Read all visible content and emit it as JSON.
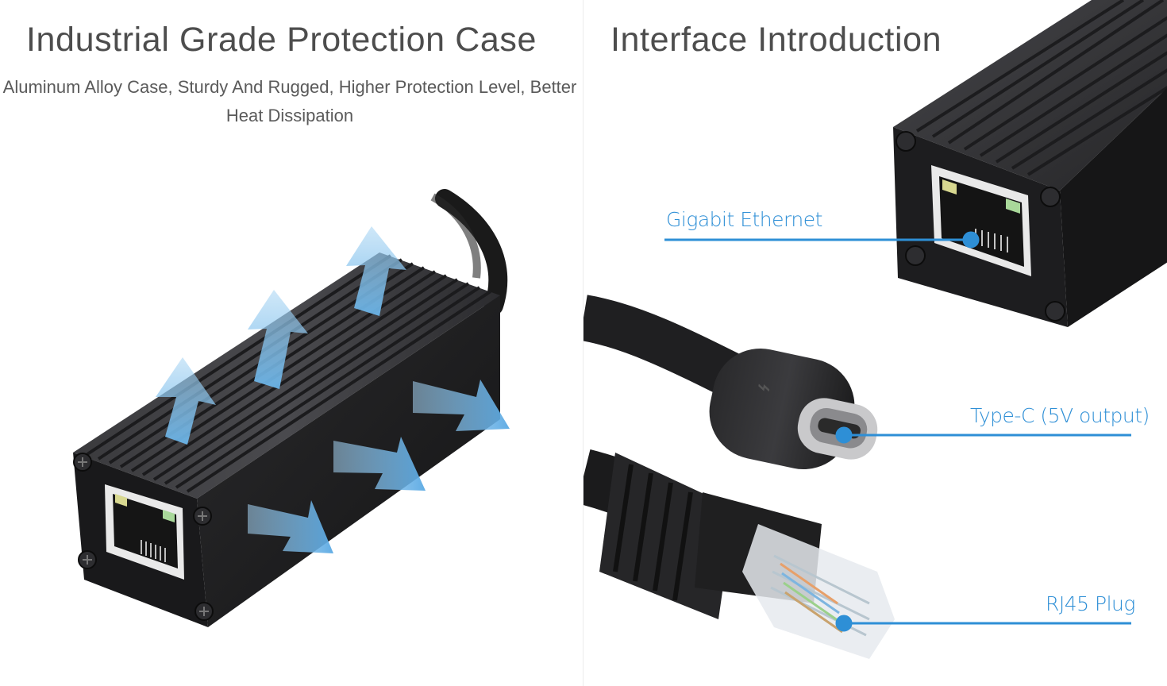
{
  "left_panel": {
    "heading": "Industrial Grade Protection Case",
    "subtitle_line1": "Aluminum Alloy Case, Sturdy And Rugged, Higher Protection Level, Better",
    "subtitle_line2": "Heat Dissipation"
  },
  "right_panel": {
    "heading": "Interface Introduction",
    "callouts": [
      {
        "label": "Gigabit Ethernet"
      },
      {
        "label": "Type-C (5V output)"
      },
      {
        "label": "RJ45 Plug"
      }
    ]
  },
  "colors": {
    "callout": "#2e8fd6",
    "heading": "#4d4d4d",
    "case": "#1f1f21",
    "arrow": "#6ab4e8"
  },
  "icons": [
    "airflow-arrow-icon",
    "screw-icon",
    "usb-symbol-icon",
    "rj45-port-icon"
  ]
}
